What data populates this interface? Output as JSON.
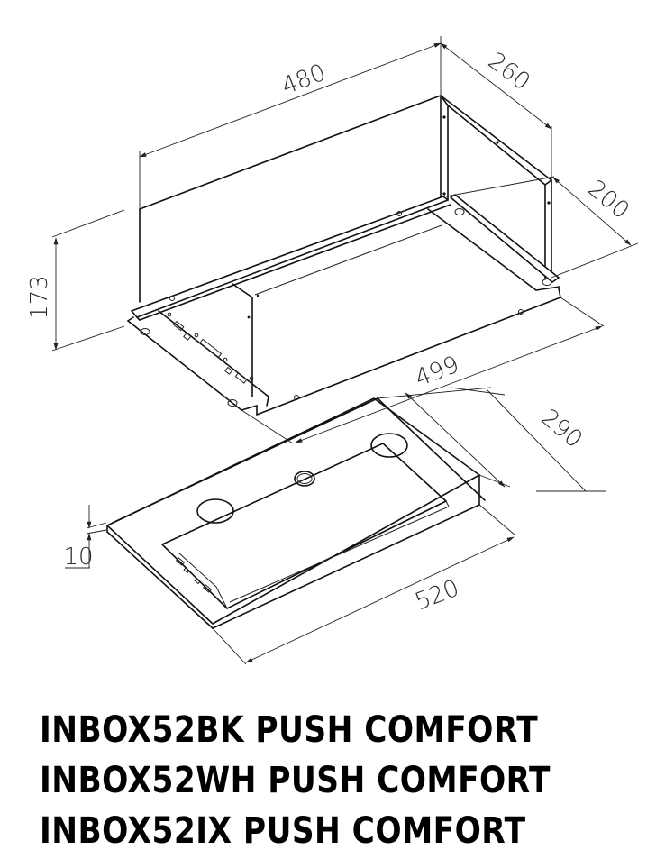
{
  "drawing": {
    "title": "Built-in cooker hood technical dimension drawing",
    "units": "mm",
    "dimensions": {
      "width_upper": "480",
      "depth_upper": "260",
      "depth_mid": "200",
      "height": "173",
      "width_frame": "499",
      "depth_panel": "290",
      "panel_thickness": "10",
      "width_panel": "520"
    },
    "line_color": "#111111",
    "background_color": "#ffffff"
  },
  "models": [
    {
      "label": "INBOX52BK PUSH COMFORT"
    },
    {
      "label": "INBOX52WH PUSH COMFORT"
    },
    {
      "label": "INBOX52IX PUSH COMFORT"
    }
  ]
}
